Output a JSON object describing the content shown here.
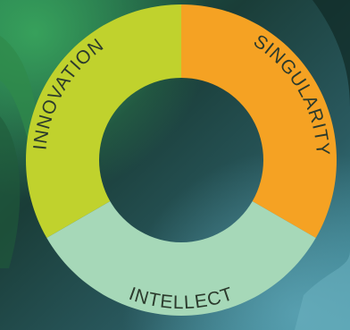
{
  "segments": [
    {
      "id": "innovation",
      "label": "INNOVATION",
      "color": "#c0d22d",
      "start": 240,
      "end": 360,
      "labelColor": "#2b3a2c"
    },
    {
      "id": "singularity",
      "label": "SINGULARITY",
      "color": "#f5a223",
      "start": 0,
      "end": 120,
      "labelColor": "#2b3a2c"
    },
    {
      "id": "intellect",
      "label": "INTELLECT",
      "color": "#a6d8b8",
      "start": 120,
      "end": 240,
      "labelColor": "#2b3a2c"
    }
  ],
  "colors": {
    "background_dark": "#14302f",
    "background_mid": "#2a6a66",
    "background_light": "#3d8c9a",
    "foliage": "#2f7d4a"
  }
}
